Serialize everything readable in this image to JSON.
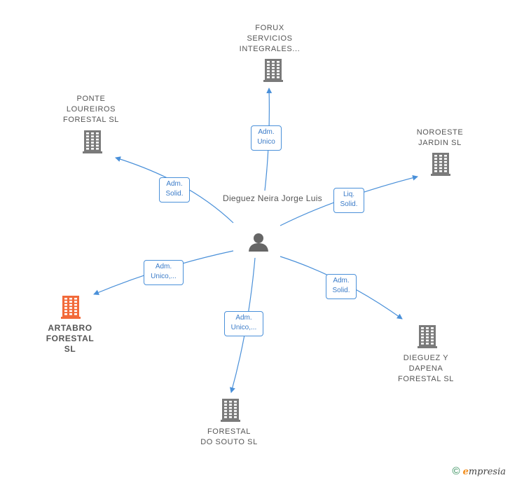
{
  "center": {
    "label_lines": [
      "Dieguez",
      "Neira Jorge",
      "Luis"
    ]
  },
  "companies": [
    {
      "id": "forux",
      "lines": [
        "FORUX",
        "SERVICIOS",
        "INTEGRALES..."
      ]
    },
    {
      "id": "ponte",
      "lines": [
        "PONTE",
        "LOUREIROS",
        "FORESTAL SL"
      ]
    },
    {
      "id": "noroeste",
      "lines": [
        "NOROESTE",
        "JARDIN  SL"
      ]
    },
    {
      "id": "artabro",
      "lines": [
        "ARTABRO",
        "FORESTAL",
        "SL"
      ],
      "highlight": true
    },
    {
      "id": "dieguez_dapena",
      "lines": [
        "DIEGUEZ Y",
        "DAPENA",
        "FORESTAL SL"
      ]
    },
    {
      "id": "souto",
      "lines": [
        "FORESTAL",
        "DO SOUTO  SL"
      ]
    }
  ],
  "edges": [
    {
      "to": "forux",
      "lines": [
        "Adm.",
        "Unico"
      ]
    },
    {
      "to": "ponte",
      "lines": [
        "Adm.",
        "Solid."
      ]
    },
    {
      "to": "noroeste",
      "lines": [
        "Liq.",
        "Solid."
      ]
    },
    {
      "to": "artabro",
      "lines": [
        "Adm.",
        "Unico,..."
      ]
    },
    {
      "to": "dieguez_dapena",
      "lines": [
        "Adm.",
        "Solid."
      ]
    },
    {
      "to": "souto",
      "lines": [
        "Adm.",
        "Unico,..."
      ]
    }
  ],
  "footer": {
    "copyright": "©",
    "brand_initial": "e",
    "brand_rest": "mpresia"
  },
  "colors": {
    "edge": "#4a90d9",
    "building": "#7a7a7a",
    "highlight": "#f26a3a",
    "person": "#666666"
  }
}
